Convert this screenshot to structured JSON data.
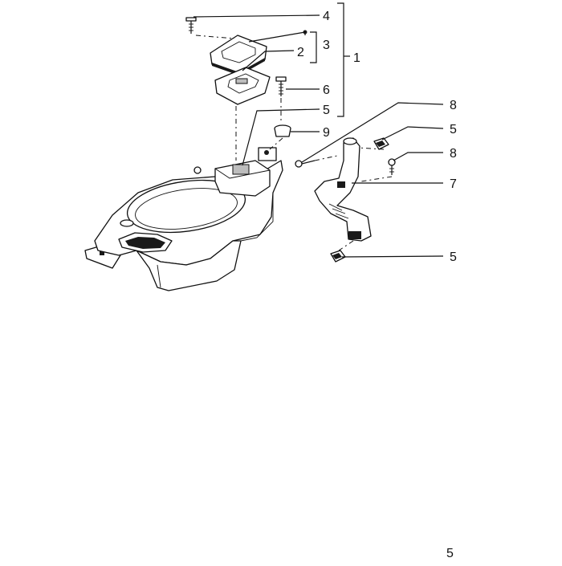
{
  "callouts": [
    {
      "id": "c4",
      "label": "4"
    },
    {
      "id": "c3",
      "label": "3"
    },
    {
      "id": "c2",
      "label": "2"
    },
    {
      "id": "c1",
      "label": "1"
    },
    {
      "id": "c6",
      "label": "6"
    },
    {
      "id": "c5a",
      "label": "5"
    },
    {
      "id": "c9",
      "label": "9"
    },
    {
      "id": "c8a",
      "label": "8"
    },
    {
      "id": "c5b",
      "label": "5"
    },
    {
      "id": "c8b",
      "label": "8"
    },
    {
      "id": "c7",
      "label": "7"
    },
    {
      "id": "c5c",
      "label": "5"
    }
  ],
  "page_number": "5"
}
